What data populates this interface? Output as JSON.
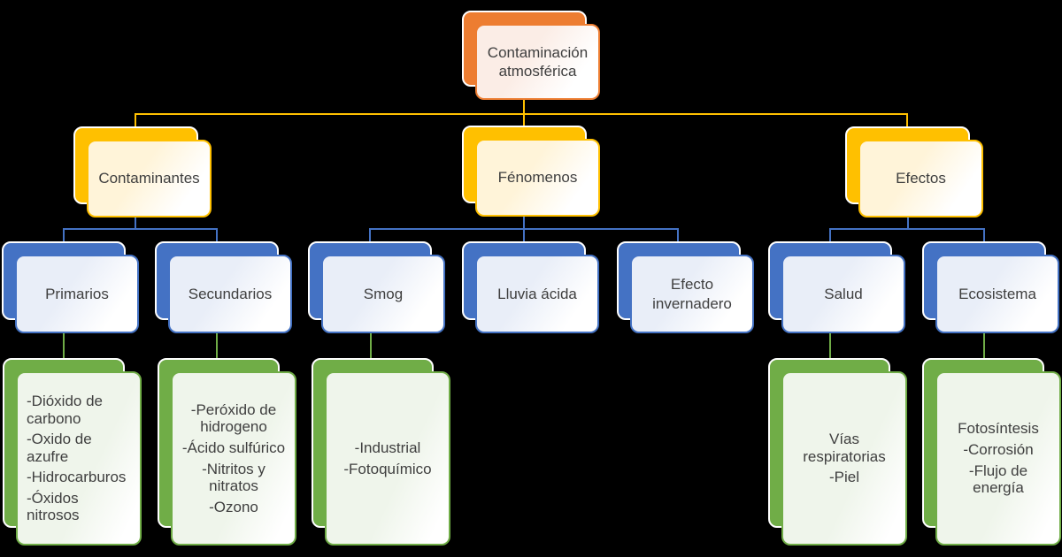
{
  "diagram": {
    "root": {
      "label": "Contaminación atmosférica"
    },
    "level2": {
      "contaminantes": {
        "label": "Contaminantes"
      },
      "fenomenos": {
        "label": "Fénomenos"
      },
      "efectos": {
        "label": "Efectos"
      }
    },
    "level3": {
      "primarios": {
        "label": "Primarios"
      },
      "secundarios": {
        "label": "Secundarios"
      },
      "smog": {
        "label": "Smog"
      },
      "lluvia_acida": {
        "label": "Lluvia ácida"
      },
      "efecto_invernadero": {
        "label": "Efecto invernadero"
      },
      "salud": {
        "label": "Salud"
      },
      "ecosistema": {
        "label": "Ecosistema"
      }
    },
    "level4": {
      "primarios_detail": {
        "items": [
          "-Dióxido de carbono",
          "-Oxido de azufre",
          "-Hidrocarburos",
          "-Óxidos nitrosos"
        ]
      },
      "secundarios_detail": {
        "items": [
          "-Peróxido de hidrogeno",
          "-Ácido sulfúrico",
          "-Nitritos y nitratos",
          "-Ozono"
        ]
      },
      "smog_detail": {
        "items": [
          "-Industrial",
          "-Fotoquímico"
        ]
      },
      "salud_detail": {
        "items": [
          "Vías respiratorias",
          "-Piel"
        ]
      },
      "ecosistema_detail": {
        "items": [
          "Fotosíntesis",
          "-Corrosión",
          "-Flujo de energía"
        ]
      }
    }
  },
  "colors": {
    "orange": "#ED7D31",
    "gold": "#FFC000",
    "blue": "#4472C4",
    "green": "#70AD47",
    "orange_fill": "#FBEDE6",
    "gold_fill": "#FFF4D9",
    "blue_fill": "#E9EEF8",
    "green_fill": "#EFF5EB",
    "text": "#3F3F3F",
    "background": "#000000"
  }
}
